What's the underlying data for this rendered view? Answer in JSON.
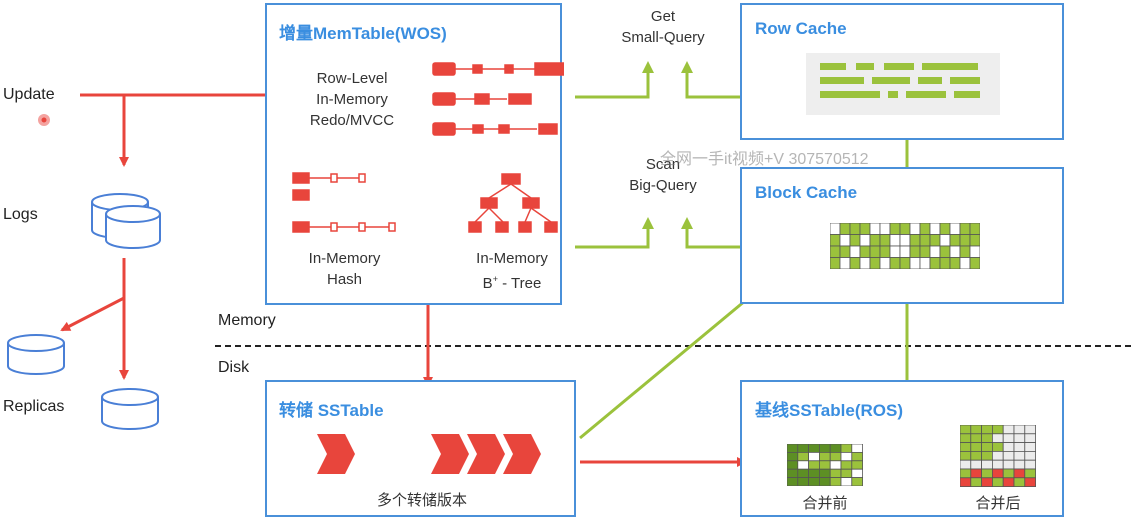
{
  "left": {
    "update": "Update",
    "logs": "Logs",
    "replicas": "Replicas"
  },
  "memory_label": "Memory",
  "disk_label": "Disk",
  "memtable": {
    "title": "增量MemTable(WOS)",
    "redo_label": "Row-Level\nIn-Memory\nRedo/MVCC",
    "hash_label": "In-Memory\nHash",
    "btree_label_prefix": "In-Memory\nB",
    "btree_sup": "+",
    "btree_suffix": " - Tree"
  },
  "queries": {
    "get": "Get\nSmall-Query",
    "scan": "Scan\nBig-Query"
  },
  "row_cache": {
    "title": "Row Cache"
  },
  "block_cache": {
    "title": "Block Cache"
  },
  "sstable": {
    "title": "转储 SSTable",
    "caption": "多个转储版本"
  },
  "baseline": {
    "title": "基线SSTable(ROS)",
    "before": "合并前",
    "after": "合并后"
  },
  "watermark": "全网一手it视频+V 307570512",
  "colors": {
    "blue": "#4a90d9",
    "red": "#e8453c",
    "green": "#9bc23c"
  }
}
